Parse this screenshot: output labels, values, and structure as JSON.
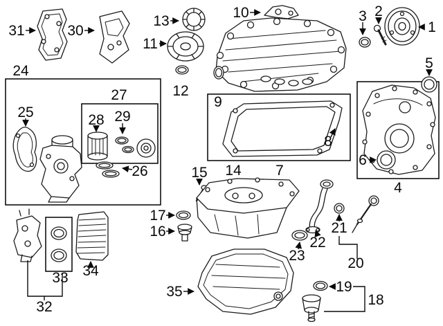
{
  "diagram": {
    "background": "#ffffff",
    "line_color": "#1a1a1a",
    "callouts": {
      "c1": "1",
      "c2": "2",
      "c3": "3",
      "c4": "4",
      "c5": "5",
      "c6": "6",
      "c7": "7",
      "c8": "8",
      "c9": "9",
      "c10": "10",
      "c11": "11",
      "c12": "12",
      "c13": "13",
      "c14": "14",
      "c15": "15",
      "c16": "16",
      "c17": "17",
      "c18": "18",
      "c19": "19",
      "c20": "20",
      "c21": "21",
      "c22": "22",
      "c23": "23",
      "c24": "24",
      "c25": "25",
      "c26": "26",
      "c27": "27",
      "c28": "28",
      "c29": "29",
      "c30": "30",
      "c31": "31",
      "c32": "32",
      "c33": "33",
      "c34": "34",
      "c35": "35"
    }
  }
}
